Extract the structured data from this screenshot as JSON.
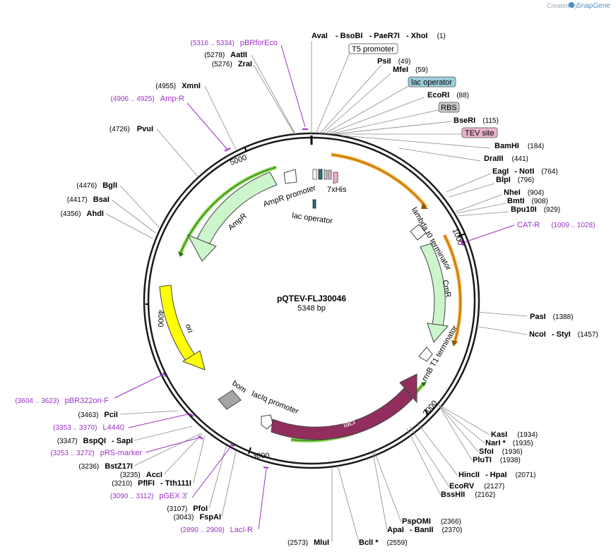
{
  "header": {
    "created_by": "Created by",
    "brand": "SnapGene"
  },
  "plasmid": {
    "name": "pQTEV-FLJ30046",
    "size": "5348 bp"
  },
  "ticks": {
    "t1000": "1000",
    "t2000": "2000",
    "t3000": "3000",
    "t4000": "4000",
    "t5000": "5000"
  },
  "top_sites": {
    "ava": "AvaI",
    "bso": "- BsoBI",
    "pae": "- PaeR7I",
    "xho": "- XhoI",
    "pos": "(1)"
  },
  "right_sites": [
    {
      "name": "PsiI",
      "pos": "(49)"
    },
    {
      "name": "MfeI",
      "pos": "(59)"
    },
    {
      "name": "EcoRI",
      "pos": "(88)"
    },
    {
      "name": "BseRI",
      "pos": "(115)"
    },
    {
      "name": "BamHI",
      "pos": "(184)"
    },
    {
      "name": "DraIII",
      "pos": "(441)"
    },
    {
      "name": "EagI",
      "extra": "- NotI",
      "pos": "(764)"
    },
    {
      "name": "BlpI",
      "pos": "(796)"
    },
    {
      "name": "NheI",
      "pos": "(904)"
    },
    {
      "name": "BmtI",
      "pos": "(908)"
    },
    {
      "name": "Bpu10I",
      "pos": "(929)"
    },
    {
      "name": "PasI",
      "pos": "(1388)"
    },
    {
      "name": "NcoI",
      "extra": "- StyI",
      "pos": "(1457)"
    },
    {
      "name": "KasI",
      "pos": "(1934)"
    },
    {
      "name": "NarI *",
      "pos": "(1935)"
    },
    {
      "name": "SfoI",
      "pos": "(1936)"
    },
    {
      "name": "PluTI",
      "pos": "(1938)"
    },
    {
      "name": "HincII",
      "extra": "- HpaI",
      "pos": "(2071)"
    },
    {
      "name": "EcoRV",
      "pos": "(2127)"
    },
    {
      "name": "BssHII",
      "pos": "(2162)"
    },
    {
      "name": "PspOMI",
      "pos": "(2366)"
    },
    {
      "name": "ApaI",
      "extra": "- BanII",
      "pos": "(2370)"
    },
    {
      "name": "BclI *",
      "pos": "(2559)"
    }
  ],
  "left_sites": [
    {
      "name": "AatII",
      "pos": "(5278)"
    },
    {
      "name": "ZraI",
      "pos": "(5276)"
    },
    {
      "name": "XmnI",
      "pos": "(4955)"
    },
    {
      "name": "PvuI",
      "pos": "(4726)"
    },
    {
      "name": "BglI",
      "pos": "(4476)"
    },
    {
      "name": "BsaI",
      "pos": "(4417)"
    },
    {
      "name": "AhdI",
      "pos": "(4356)"
    },
    {
      "name": "PciI",
      "pos": "(3463)"
    },
    {
      "name": "BspQI",
      "extra": "- SapI",
      "pos": "(3347)"
    },
    {
      "name": "BstZ17I",
      "pos": "(3236)"
    },
    {
      "name": "AccI",
      "pos": "(3235)"
    },
    {
      "name": "PflFI",
      "extra": "- Tth111I",
      "pos": "(3210)"
    },
    {
      "name": "PfoI",
      "pos": "(3107)"
    },
    {
      "name": "FspAI",
      "pos": "(3043)"
    },
    {
      "name": "MluI",
      "pos": "(2573)"
    }
  ],
  "primers": [
    {
      "name": "pBRforEco",
      "pos": "(5316 .. 5334)"
    },
    {
      "name": "Amp-R",
      "pos": "(4906 .. 4925)"
    },
    {
      "name": "CAT-R",
      "pos": "(1009 .. 1028)"
    },
    {
      "name": "pBR322ori-F",
      "pos": "(3604 .. 3623)"
    },
    {
      "name": "L4440",
      "pos": "(3353 .. 3370)"
    },
    {
      "name": "pRS-marker",
      "pos": "(3253 .. 3272)"
    },
    {
      "name": "pGEX 3'",
      "pos": "(3090 .. 3112)"
    },
    {
      "name": "LacI-R",
      "pos": "(2890 .. 2909)"
    }
  ],
  "boxed_features": {
    "t5": "T5 promoter",
    "lacop": "lac operator",
    "rbs": "RBS",
    "tev": "TEV site"
  },
  "features": {
    "ampr_promoter": "AmpR promoter",
    "ampr": "AmpR",
    "his": "7xHis",
    "lacop_inner": "lac operator",
    "lambda": "lambda t0 terminator",
    "cmr": "CmR",
    "rrnb": "rrnB T1 terminator",
    "laci": "lacI",
    "laciq": "lacIq promoter",
    "bom": "bom",
    "ori": "ori"
  },
  "colors": {
    "backbone": "#1a1a1a",
    "ampr": "#ccf5cc",
    "ori": "#ffff00",
    "laci": "#922e5e",
    "cmr": "#ccf5cc",
    "orange_bar": "#f7a832",
    "green_bar": "#7fd44d",
    "primer": "#9b30c8",
    "lacop_box": "#9ccddd",
    "tev_box": "#e9b2c9",
    "rbs_box": "#c8c8c8",
    "bom": "#a5a5a5"
  }
}
